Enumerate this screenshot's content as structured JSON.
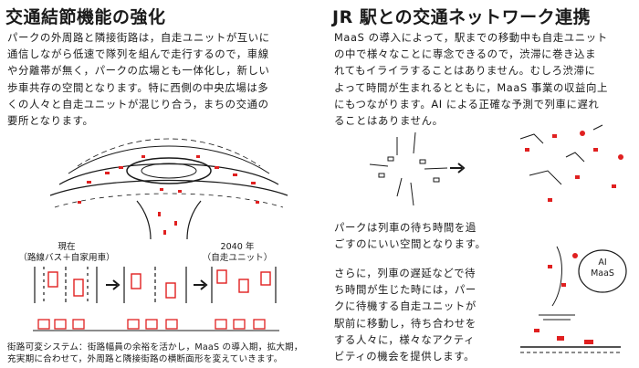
{
  "left": {
    "title": "交通結節機能の強化",
    "body": "パークの外周路と隣接街路は，自走ユニットが互いに\n通信しながら低速で隊列を組んで走行するので，車線\nや分離帯が無く，パークの広場とも一体化し，新しい\n歩車共存の空間となります。特に西側の中央広場は多\nくの人々と自走ユニットが混じり合う，まちの交通の\n要所となります。",
    "label_now": "現在\n（路線バス＋自家用車）",
    "label_2040": "2040 年\n（自走ユニット）",
    "caption": "街路可変システム：街路幅員の余裕を活かし，MaaS の導入期，拡大期，\n充実期に合わせて，外周路と隣接街路の横断面形を変えていきます。"
  },
  "right": {
    "title": "JR 駅との交通ネットワーク連携",
    "body": "MaaS の導入によって，駅までの移動中も自走ユニット\nの中で様々なことに専念できるので，渋滞に巻き込ま\nれてもイライラすることはありません。むしろ渋滞に\nよって時間が生まれるとともに，MaaS 事業の収益向上\nにもつながります。AI による正確な予測で列車に遅れ\nることはありません。",
    "text2": "パークは列車の待ち時間を過\nごすのにいい空間となります。",
    "text3": "さらに，列車の遅延などで待\nち時間が生じた時には，パー\nクに待機する自走ユニットが\n駅前に移動し，待ち合わせを\nする人々に，様々なアクティ\nビティの機会を提供します。",
    "bubble": "AI\nMaaS"
  },
  "colors": {
    "accent_red": "#e02020",
    "ink": "#1a1a1a"
  }
}
